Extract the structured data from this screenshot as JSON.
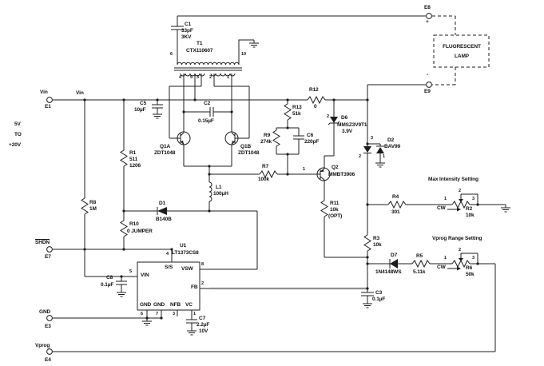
{
  "colors": {
    "wire": "#1c1c1c",
    "highlight": "#8f8f8f",
    "background": "#ffffff"
  },
  "annotations": {
    "input_range": [
      "5V",
      "TO",
      "+20V"
    ],
    "vin_net": "Vin",
    "max_intensity_title": "Max Intensity Setting",
    "vprog_range_title": "Vprog Range Setting",
    "lamp_line1": "FLUORESCENT",
    "lamp_line2": "LAMP",
    "plus": "+",
    "minus": "-",
    "cw": "CW"
  },
  "terminals": {
    "e1": {
      "net": "Vin",
      "ref": "E1"
    },
    "e7": {
      "net": "SHDN",
      "ref": "E7"
    },
    "e3": {
      "net": "GND",
      "ref": "E3"
    },
    "e4": {
      "net": "Vprog",
      "ref": "E4"
    },
    "e8": {
      "ref": "E8"
    },
    "e9": {
      "ref": "E9"
    }
  },
  "components": {
    "c1": {
      "ref": "C1",
      "value": "33pF",
      "note": "3KV"
    },
    "c2": {
      "ref": "C2",
      "value": "0.15µF"
    },
    "c3": {
      "ref": "C3",
      "value": "0.1µF"
    },
    "c5": {
      "ref": "C5",
      "value": "10µF"
    },
    "c6": {
      "ref": "C6",
      "value": "220pF"
    },
    "c7": {
      "ref": "C7",
      "value": "2.2µF",
      "note": "10V"
    },
    "c8": {
      "ref": "C8",
      "value": "0.1µF"
    },
    "r1": {
      "ref": "R1",
      "value": "511",
      "note": "1206"
    },
    "r2": {
      "ref": "R2",
      "value": "10k"
    },
    "r3": {
      "ref": "R3",
      "value": "10k"
    },
    "r4": {
      "ref": "R4",
      "value": "301"
    },
    "r5": {
      "ref": "R5",
      "value": "5.11k"
    },
    "r6": {
      "ref": "R6",
      "value": "50k"
    },
    "r7": {
      "ref": "R7",
      "value": "100k"
    },
    "r8": {
      "ref": "R8",
      "value": "1M"
    },
    "r9": {
      "ref": "R9",
      "value": "274k"
    },
    "r10": {
      "ref": "R10",
      "value": "0 JUMPER"
    },
    "r11": {
      "ref": "R11",
      "value": "10k",
      "note": "(OPT)"
    },
    "r12": {
      "ref": "R12",
      "value": "0"
    },
    "r13": {
      "ref": "R13",
      "value": "51k"
    },
    "l1": {
      "ref": "L1",
      "value": "100µH"
    },
    "d1": {
      "ref": "D1",
      "value": "B140B"
    },
    "d2": {
      "ref": "D2",
      "value": "BAV99",
      "pins": [
        "3",
        "2",
        "1"
      ]
    },
    "d6": {
      "ref": "D6",
      "value": "MMSZ3V9T1",
      "note": "3.9V",
      "pin": "2"
    },
    "d7": {
      "ref": "D7",
      "value": "1N4148WS"
    },
    "q1a": {
      "ref": "Q1A",
      "value": "ZDT1048"
    },
    "q1b": {
      "ref": "Q1B",
      "value": "ZDT1048"
    },
    "q2": {
      "ref": "Q2",
      "value": "MMBT3906",
      "pin": "1"
    },
    "t1": {
      "ref": "T1",
      "value": "CTX110607",
      "pins": {
        "sec_left": "6",
        "sec_right": "10",
        "p4": "4",
        "p5": "5",
        "p3": "3",
        "p2": "2",
        "p1": "1"
      }
    },
    "u1": {
      "ref": "U1",
      "value": "LT1373CS8",
      "pins": {
        "ss": {
          "num": "4",
          "name": "S/S"
        },
        "vin": {
          "num": "5",
          "name": "VIN"
        },
        "vsw": {
          "num": "8",
          "name": "VSW"
        },
        "fb": {
          "num": "2",
          "name": "FB"
        },
        "gnd1": {
          "num": "6",
          "name": "GND"
        },
        "gnd2": {
          "num": "7",
          "name": "GND"
        },
        "nfb": {
          "num": "3",
          "name": "NFB"
        },
        "vc": {
          "num": "1",
          "name": "VC"
        }
      }
    },
    "pot_r2": {
      "pins": [
        "1",
        "2",
        "3"
      ]
    },
    "pot_r6": {
      "pins": [
        "1",
        "2",
        "3"
      ]
    }
  }
}
